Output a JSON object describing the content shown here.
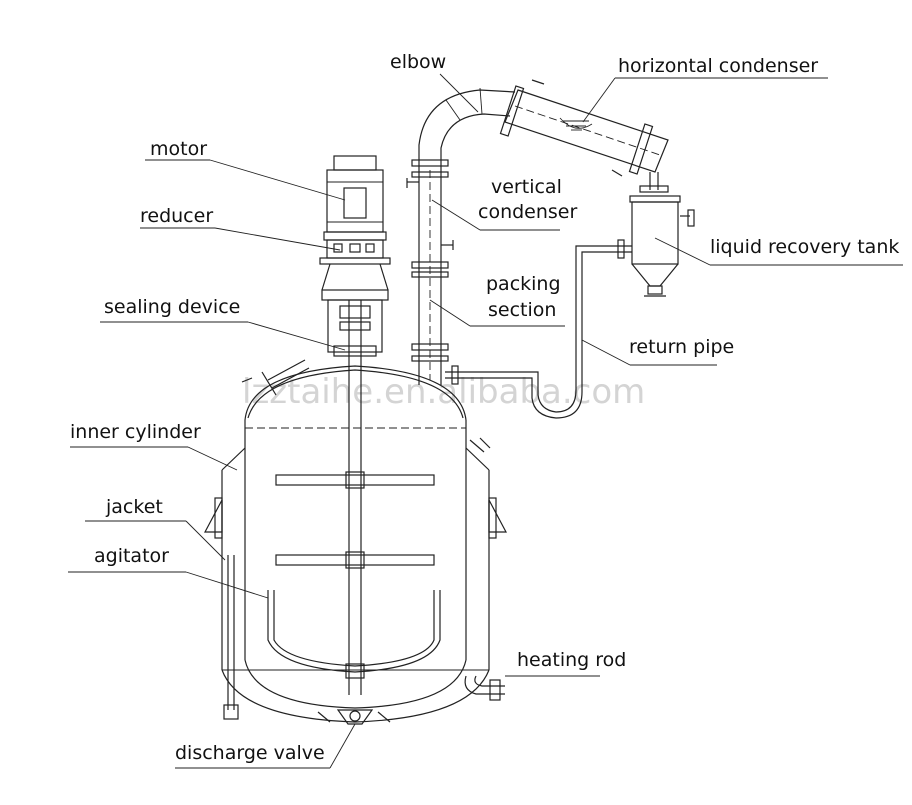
{
  "watermark": "lzztaihe.en.alibaba.com",
  "labels": {
    "elbow": "elbow",
    "horizontal_condenser": "horizontal condenser",
    "motor": "motor",
    "vertical_condenser_line1": "vertical",
    "vertical_condenser_line2": "condenser",
    "reducer": "reducer",
    "liquid_recovery_tank": "liquid recovery tank",
    "packing_section_line1": "packing",
    "packing_section_line2": "section",
    "sealing_device": "sealing device",
    "return_pipe": "return pipe",
    "inner_cylinder": "inner cylinder",
    "jacket": "jacket",
    "agitator": "agitator",
    "heating_rod": "heating rod",
    "discharge_valve": "discharge valve"
  }
}
